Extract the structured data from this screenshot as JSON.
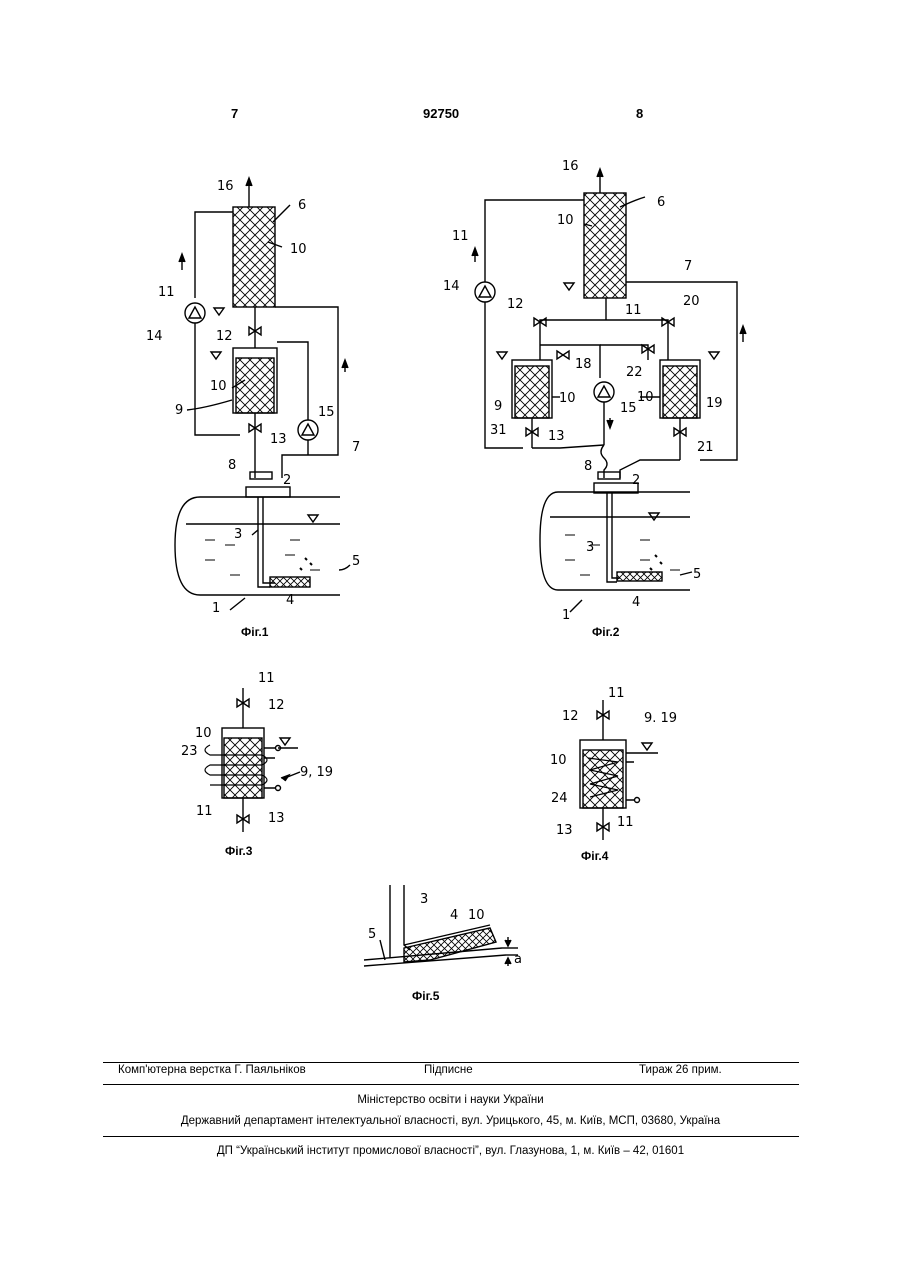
{
  "header": {
    "left_page": "7",
    "patent_number": "92750",
    "right_page": "8"
  },
  "figures": {
    "fig1": {
      "caption": "Фіг.1",
      "labels": {
        "n16": "16",
        "n6": "6",
        "n10a": "10",
        "n11": "11",
        "n14": "14",
        "n12": "12",
        "n10b": "10",
        "n9": "9",
        "n15": "15",
        "n13": "13",
        "n8": "8",
        "n7": "7",
        "n2": "2",
        "n3": "3",
        "n5": "5",
        "n1": "1",
        "n4": "4"
      }
    },
    "fig2": {
      "caption": "Фіг.2",
      "labels": {
        "n16": "16",
        "n10a": "10",
        "n6": "6",
        "n11a": "11",
        "n7": "7",
        "n14": "14",
        "n12": "12",
        "n11b": "11",
        "n20": "20",
        "n18": "18",
        "n22": "22",
        "n9": "9",
        "n10b": "10",
        "n15": "15",
        "n10c": "10",
        "n19": "19",
        "n31": "31",
        "n13": "13",
        "n21": "21",
        "n8": "8",
        "n2": "2",
        "n3": "3",
        "n5": "5",
        "n1": "1",
        "n4": "4"
      }
    },
    "fig3": {
      "caption": "Фіг.3",
      "labels": {
        "n11a": "11",
        "n12": "12",
        "n10": "10",
        "n23": "23",
        "n919": "9, 19",
        "n11b": "11",
        "n13": "13"
      }
    },
    "fig4": {
      "caption": "Фіг.4",
      "labels": {
        "n11a": "11",
        "n12": "12",
        "n919": "9. 19",
        "n10": "10",
        "n24": "24",
        "n13": "13",
        "n11b": "11"
      }
    },
    "fig5": {
      "caption": "Фіг.5",
      "labels": {
        "n3": "3",
        "n4": "4",
        "n10": "10",
        "n5": "5",
        "na": "a"
      }
    }
  },
  "footer": {
    "typesetting": "Комп'ютерна верстка Г. Паяльніков",
    "signed": "Підписне",
    "circulation": "Тираж 26 прим.",
    "ministry": "Міністерство освіти і науки України",
    "department": "Державний департамент інтелектуальної власності, вул. Урицького, 45, м. Київ, МСП, 03680, Україна",
    "institute": "ДП “Український інститут промислової власності”, вул. Глазунова, 1, м. Київ – 42, 01601"
  }
}
